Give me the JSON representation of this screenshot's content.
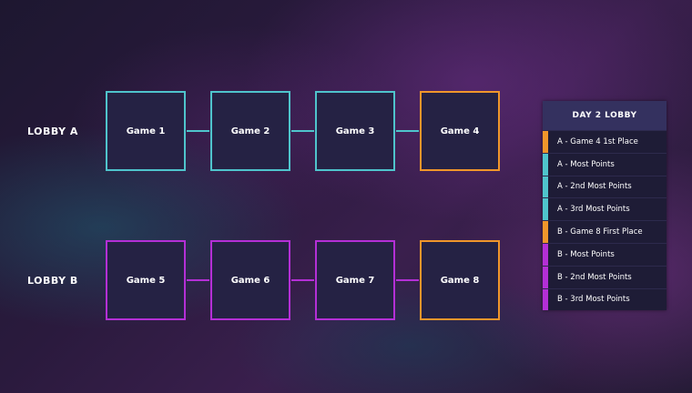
{
  "lobbies": [
    {
      "label": "LOBBY A",
      "games": [
        "Game 1",
        "Game 2",
        "Game 3",
        "Game 4"
      ]
    },
    {
      "label": "LOBBY B",
      "games": [
        "Game 5",
        "Game 6",
        "Game 7",
        "Game 8"
      ]
    }
  ],
  "panel": {
    "title": "DAY 2 LOBBY",
    "rows": [
      {
        "label": "A - Game 4 1st Place",
        "color": "#f0962b"
      },
      {
        "label": "A - Most Points",
        "color": "#4fc4cc"
      },
      {
        "label": "A - 2nd Most Points",
        "color": "#4fc4cc"
      },
      {
        "label": "A - 3rd Most Points",
        "color": "#4fc4cc"
      },
      {
        "label": "B - Game 8 First Place",
        "color": "#f0962b"
      },
      {
        "label": "B - Most Points",
        "color": "#b42fd6"
      },
      {
        "label": "B - 2nd Most Points",
        "color": "#b42fd6"
      },
      {
        "label": "B - 3rd Most Points",
        "color": "#b42fd6"
      }
    ]
  },
  "colors": {
    "lobby_a": "#4fc4cc",
    "lobby_b": "#b42fd6",
    "winner": "#f0962b"
  }
}
